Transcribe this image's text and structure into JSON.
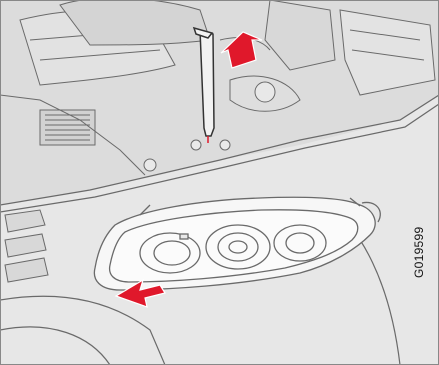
{
  "illustration": {
    "kind": "technical-drawing",
    "subject": "headlamp-removal",
    "colors": {
      "background": "#e7e7e7",
      "line": "#6a6a6a",
      "accent": "#e0182b",
      "lamp_fill": "#f7f7f7"
    }
  },
  "figure_code": "G019599"
}
